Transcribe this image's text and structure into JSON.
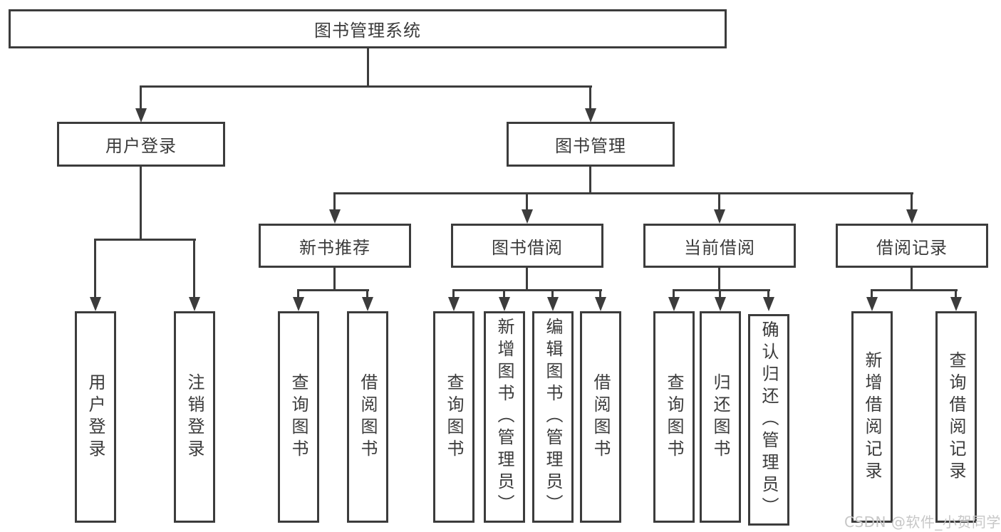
{
  "colors": {
    "line": "#3c3c3c",
    "text": "#3b3b3b",
    "background": "#ffffff",
    "watermark": "#c7c7c7"
  },
  "watermark": {
    "text": "CSDN @软件_小贺同学"
  },
  "tree": {
    "root": {
      "label": "图书管理系统"
    },
    "children": [
      {
        "label": "用户登录",
        "children": [
          {
            "label": "用户登录"
          },
          {
            "label": "注销登录"
          }
        ]
      },
      {
        "label": "图书管理",
        "children": [
          {
            "label": "新书推荐",
            "children": [
              {
                "label": "查询图书"
              },
              {
                "label": "借阅图书"
              }
            ]
          },
          {
            "label": "图书借阅",
            "children": [
              {
                "label": "查询图书"
              },
              {
                "label": "新增图书（管理员）"
              },
              {
                "label": "编辑图书（管理员）"
              },
              {
                "label": "借阅图书"
              }
            ]
          },
          {
            "label": "当前借阅",
            "children": [
              {
                "label": "查询图书"
              },
              {
                "label": "归还图书"
              },
              {
                "label": "确认归还（管理员）"
              }
            ]
          },
          {
            "label": "借阅记录",
            "children": [
              {
                "label": "新增借阅记录"
              },
              {
                "label": "查询借阅记录"
              }
            ]
          }
        ]
      }
    ]
  }
}
